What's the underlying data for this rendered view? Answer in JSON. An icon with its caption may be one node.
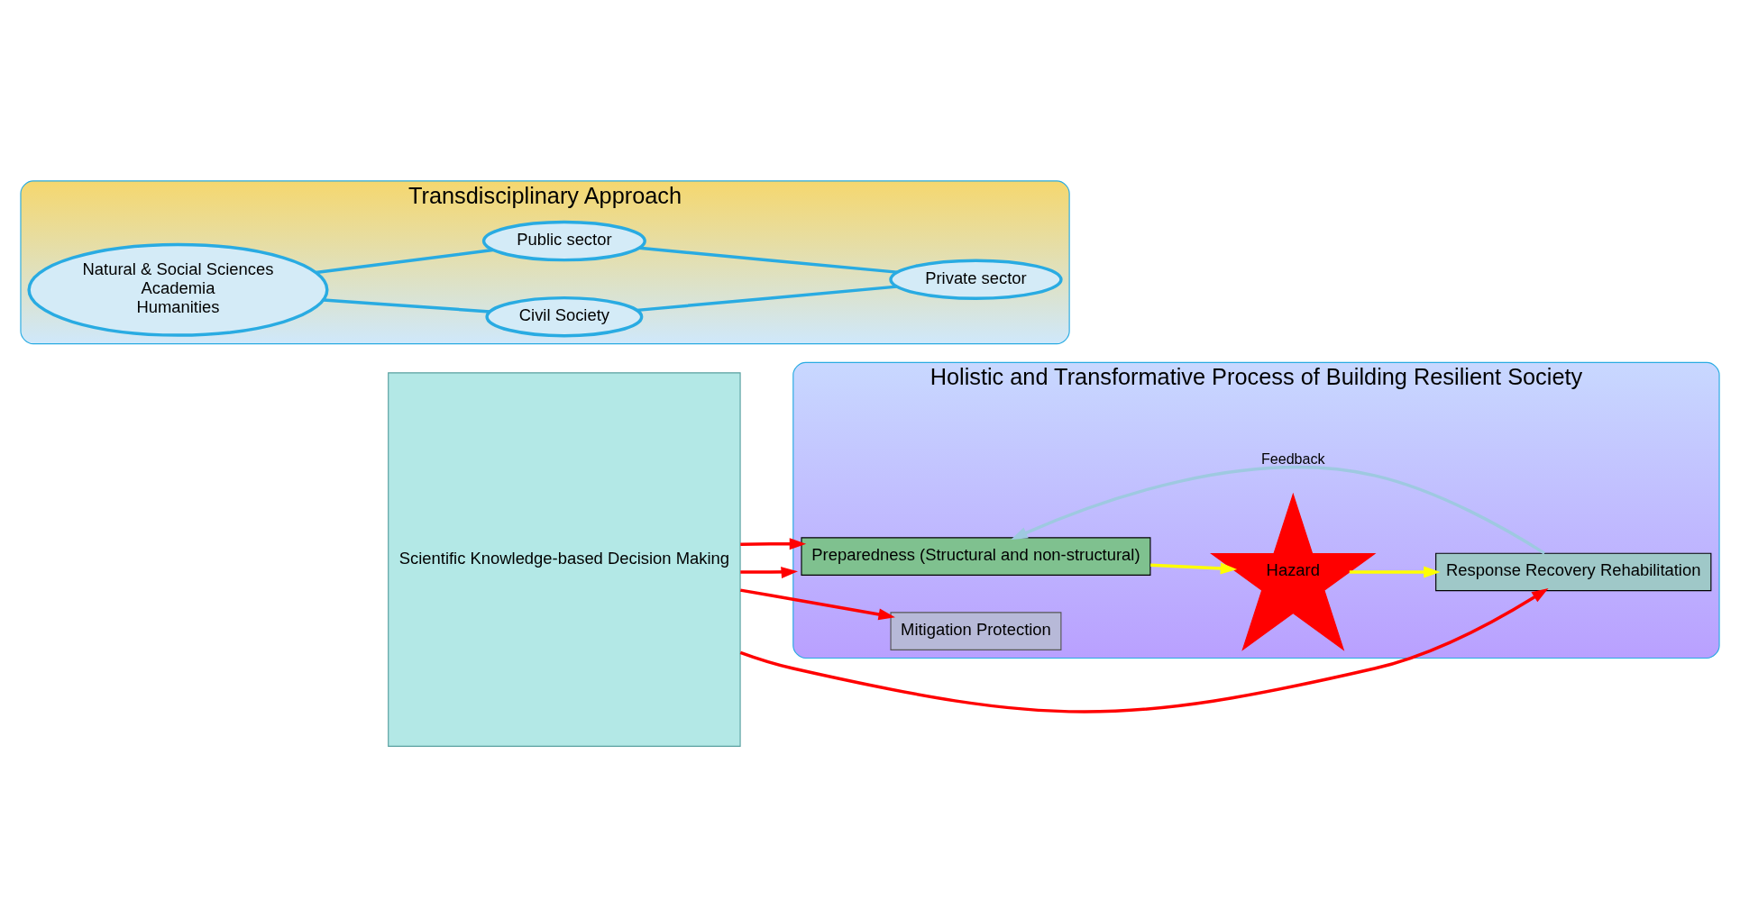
{
  "diagram": {
    "nodes": [
      {
        "text": [
          "Transdisciplinary Approach"
        ]
      },
      {
        "text": [
          "Natural & Social Sciences",
          "Academia",
          "Humanities"
        ],
        "in": 0
      },
      {
        "text": [
          "Civil Society"
        ],
        "in": 0
      },
      {
        "text": [
          "Public sector"
        ],
        "in": 0
      },
      {
        "text": [
          "Private sector"
        ],
        "in": 0
      },
      {
        "text": [
          "Scientific Knowledge-based Decision Making"
        ]
      },
      {
        "text": [
          "Holistic and Transformative Process of Building Resilient Society"
        ]
      },
      {
        "text": [
          "Preparedness (Structural and non-structural)"
        ],
        "in": 6
      },
      {
        "text": [
          "Mitigation Protection"
        ],
        "in": 6
      },
      {
        "text": [
          "Hazard"
        ],
        "in": 6
      },
      {
        "text": [
          "Response Recovery Rehabilitation"
        ],
        "in": 6
      }
    ],
    "edges": [
      {
        "from": 1,
        "to": 2,
        "arrow": "none",
        "color": "#29abe2"
      },
      {
        "from": 1,
        "to": 3,
        "arrow": "none",
        "color": "#29abe2"
      },
      {
        "from": 2,
        "to": 4,
        "arrow": "none",
        "color": "#29abe2"
      },
      {
        "from": 3,
        "to": 4,
        "arrow": "none",
        "color": "#29abe2"
      },
      {
        "from": 5,
        "to": 6,
        "arrow": "to",
        "color": "#ff0000"
      },
      {
        "from": 5,
        "to": 7,
        "arrow": "to",
        "color": "#ff0000"
      },
      {
        "from": 5,
        "to": 8,
        "arrow": "to",
        "color": "#ff0000"
      },
      {
        "from": 5,
        "to": 10,
        "arrow": "to",
        "color": "#ff0000"
      },
      {
        "from": 7,
        "to": 9,
        "arrow": "to",
        "color": "#ffff00"
      },
      {
        "from": 9,
        "to": 10,
        "arrow": "to",
        "color": "#ffff00"
      },
      {
        "from": 10,
        "to": 7,
        "label": "Feedback",
        "arrow": "to",
        "color": "#9ec9e0"
      }
    ]
  }
}
